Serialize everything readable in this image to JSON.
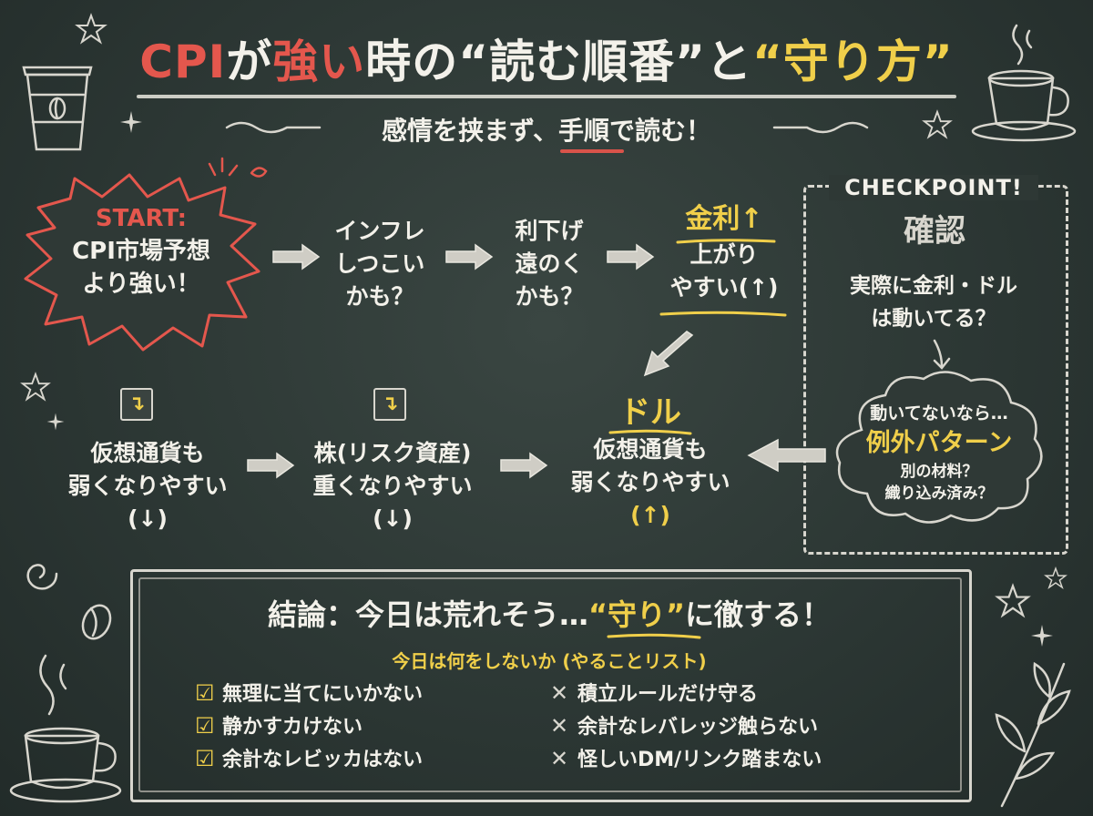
{
  "title": {
    "part1": "CPI",
    "part2": "が",
    "part3": "強い",
    "part4": "時の“読む順番”と",
    "part5": "“守り方”"
  },
  "subtitle": "感情を挟まず、手順で読む！",
  "start": {
    "label": "START:",
    "line1": "CPI市場予想",
    "line2": "より強い！"
  },
  "row1": [
    {
      "line1": "インフレ",
      "line2": "しつこい",
      "line3": "かも？"
    },
    {
      "line1": "利下げ",
      "line2": "遠のく",
      "line3": "かも？"
    }
  ],
  "rate": {
    "label": "金利↑",
    "line1": "上がり",
    "line2": "やすい(↑)"
  },
  "checkpoint": {
    "header": "CHECKPOINT!",
    "label": "確認",
    "line1": "実際に金利・ドル",
    "line2": "は動いてる？",
    "cloud_line1": "動いてないなら…",
    "cloud_title": "例外パターン",
    "cloud_line2": "別の材料？",
    "cloud_line3": "織り込み済み？"
  },
  "row2": {
    "dollar_label": "ドル",
    "dollar_line1": "仮想通貨も",
    "dollar_line2": "弱くなりやすい",
    "dollar_line3": "(↑)",
    "stocks_line1": "株(リスク資産)",
    "stocks_line2": "重くなりやすい",
    "stocks_line3": "(↓)",
    "crypto_line1": "仮想通貨も",
    "crypto_line2": "弱くなりやすい",
    "crypto_line3": "(↓)",
    "down_icon": "↴"
  },
  "conclusion": {
    "title_a": "結論：今日は荒れそう…",
    "title_b": "“守り”",
    "title_c": "に徹する！",
    "subtitle": "今日は何をしないか (やることリスト)",
    "check_items": [
      "無理に当てにいかない",
      "静かすカけない",
      "余計なレビッカはない"
    ],
    "x_items": [
      "積立ルールだけ守る",
      "余計なレバレッジ触らない",
      "怪しいDM/リンク踏まない"
    ]
  },
  "colors": {
    "background": "#2c3734",
    "chalk": "#f3f1ea",
    "red": "#e4574d",
    "yellow": "#f0cf4a"
  }
}
